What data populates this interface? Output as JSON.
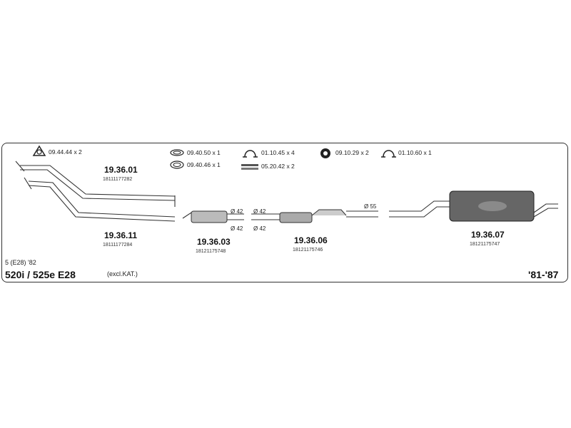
{
  "accessories": {
    "a1": "09.44.44 x 2",
    "a2": "09.40.50 x 1",
    "a3": "09.40.46 x 1",
    "a4": "01.10.45 x 4",
    "a5": "05.20.42 x 2",
    "a6": "09.10.29 x 2",
    "a7": "01.10.60 x 1"
  },
  "parts": [
    {
      "code": "19.36.01",
      "oe": "18111177282"
    },
    {
      "code": "19.36.11",
      "oe": "18111177284"
    },
    {
      "code": "19.36.03",
      "oe": "18121175748"
    },
    {
      "code": "19.36.06",
      "oe": "18121175746"
    },
    {
      "code": "19.36.07",
      "oe": "18121175747"
    }
  ],
  "diameters": {
    "d1": "Ø 42",
    "d2": "Ø 42",
    "d3": "Ø 42",
    "d4": "Ø 42",
    "d5": "Ø 55"
  },
  "vehicle": {
    "series": "5 (E28)  '82",
    "model": "520i / 525e  E28",
    "note": "(excl.KAT.)",
    "years": "'81-'87"
  }
}
